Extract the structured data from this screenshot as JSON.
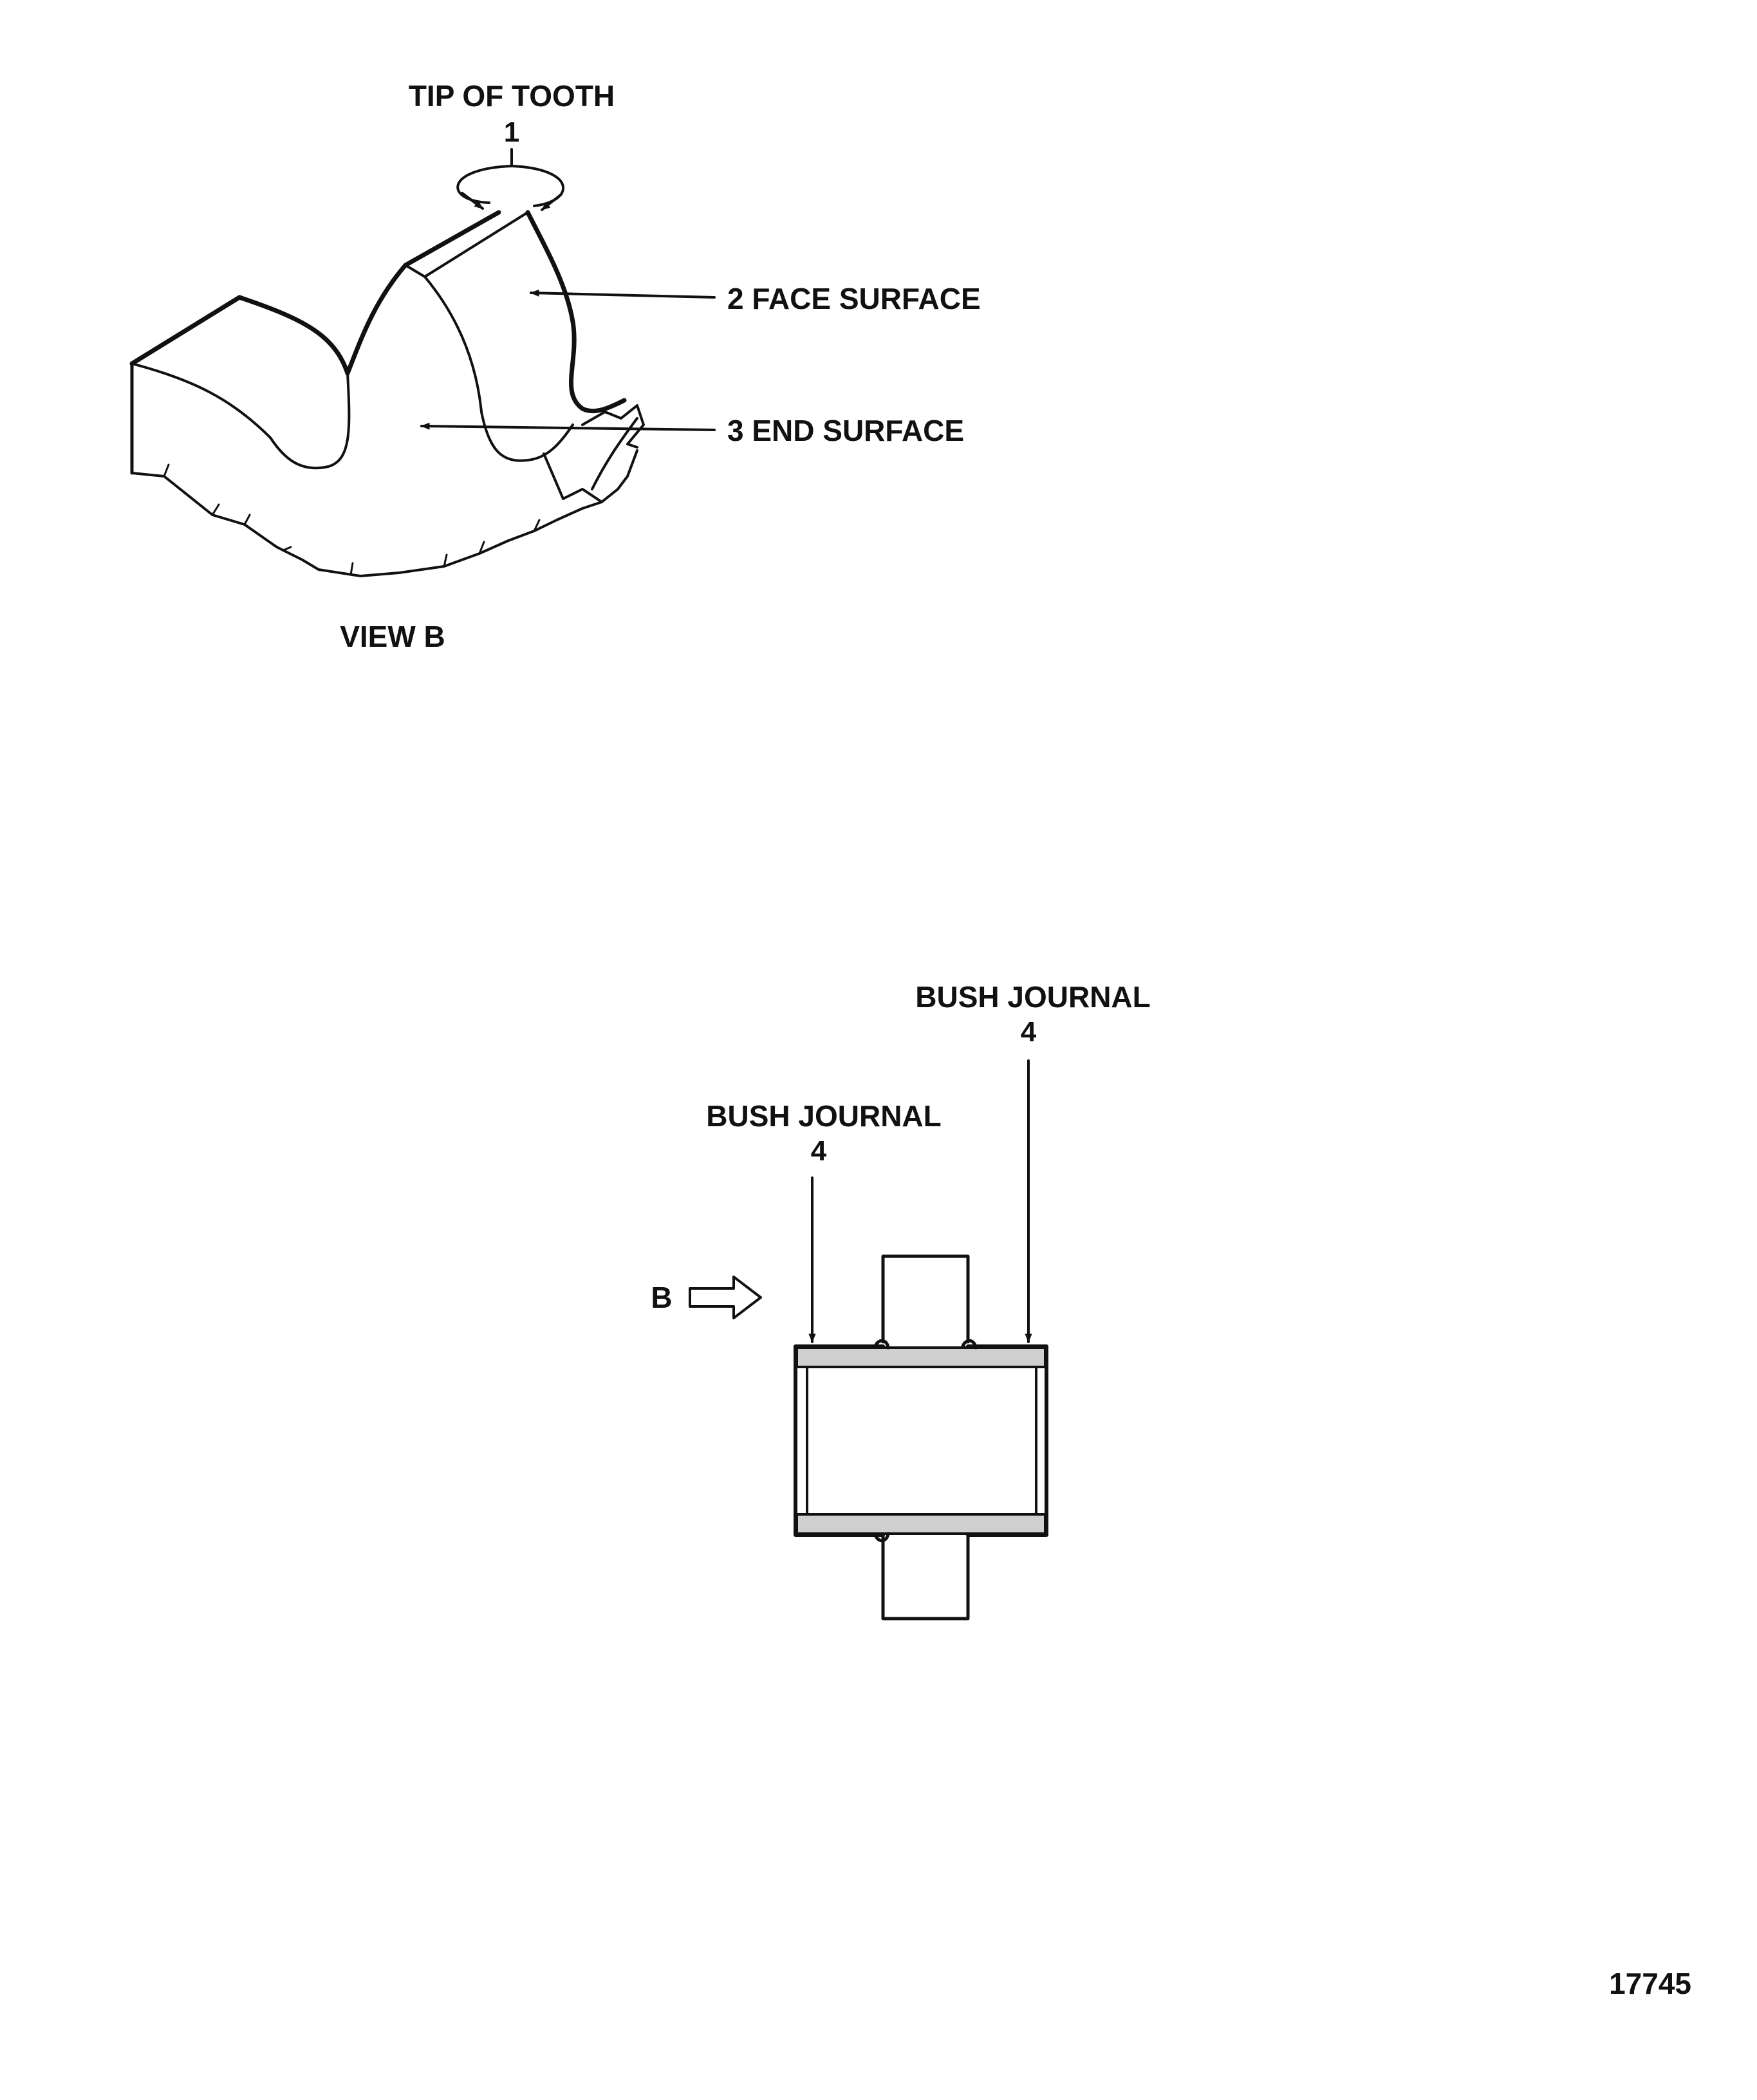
{
  "view_b": {
    "callout_1": {
      "label": "TIP OF TOOTH",
      "number": "1"
    },
    "callout_2": {
      "label": "2  FACE SURFACE"
    },
    "callout_3": {
      "label": "3  END SURFACE"
    },
    "caption": "VIEW B"
  },
  "section": {
    "view_marker": "B",
    "bush_journal_left": {
      "label": "BUSH  JOURNAL",
      "number": "4"
    },
    "bush_journal_right": {
      "label": "BUSH  JOURNAL",
      "number": "4"
    }
  },
  "figure_number": "17745"
}
